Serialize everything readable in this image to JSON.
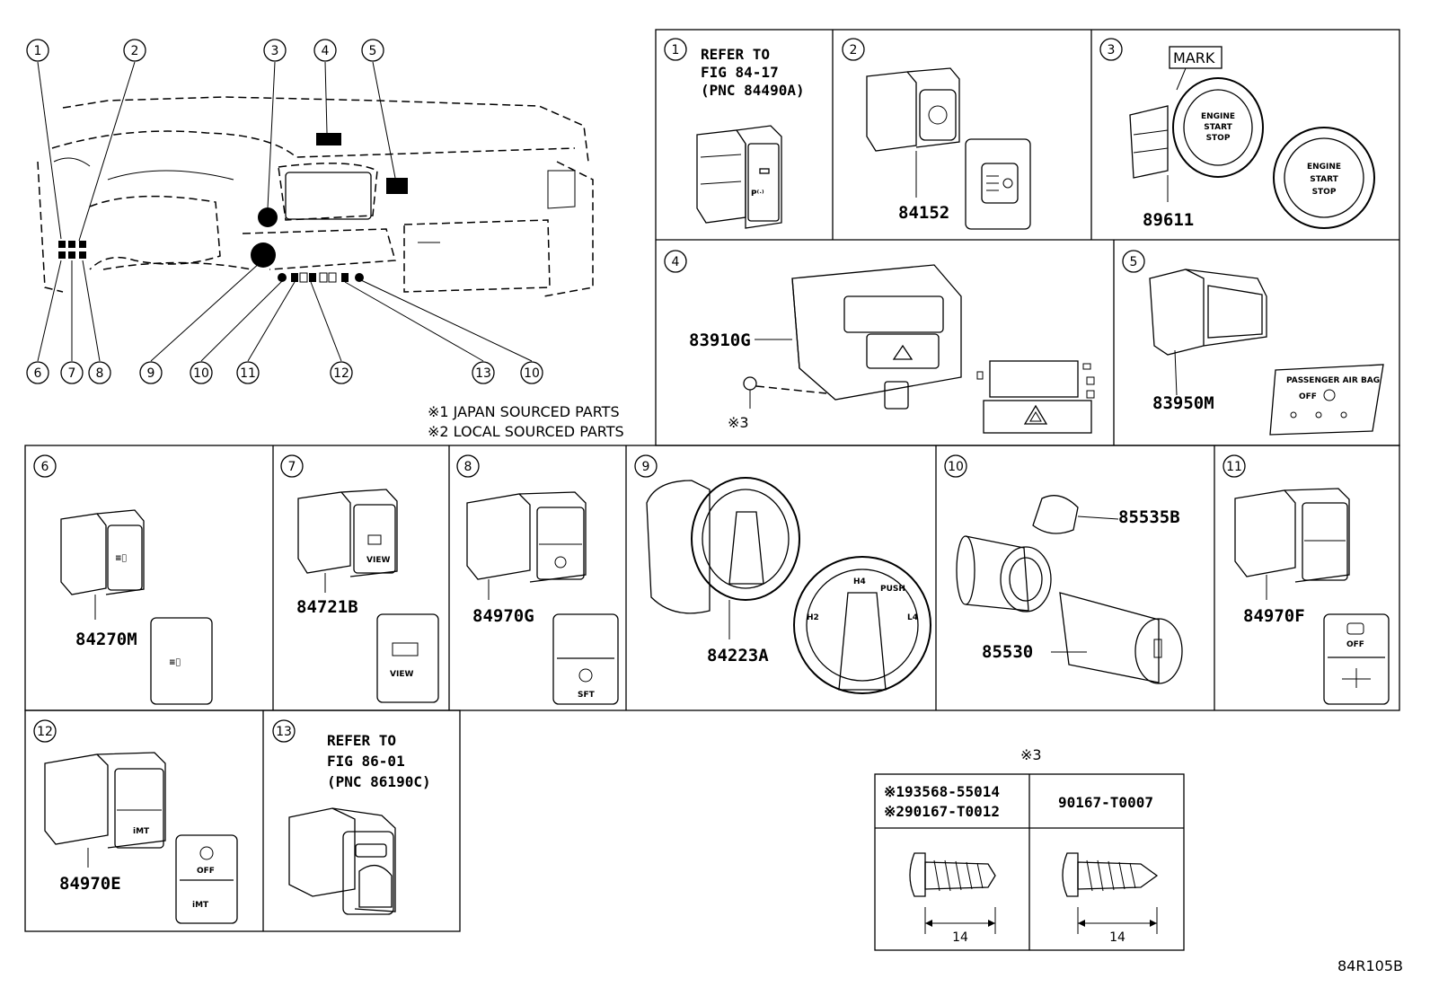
{
  "overview": {
    "callouts": [
      "1",
      "2",
      "3",
      "4",
      "5",
      "6",
      "7",
      "8",
      "9",
      "10",
      "11",
      "12",
      "13",
      "10"
    ],
    "notes": [
      "※1 JAPAN SOURCED PARTS",
      "※2 LOCAL SOURCED PARTS"
    ]
  },
  "panels": {
    "p1": {
      "num": "1",
      "ref": [
        "REFER TO",
        "FIG 84-17",
        "(PNC 84490A)"
      ]
    },
    "p2": {
      "num": "2",
      "part": "84152"
    },
    "p3": {
      "num": "3",
      "part": "89611",
      "mark": "MARK",
      "button_text": [
        "ENGINE",
        "START",
        "STOP"
      ]
    },
    "p4": {
      "num": "4",
      "part": "83910G",
      "screw_note": "※3"
    },
    "p5": {
      "num": "5",
      "part": "83950M",
      "label_title": "PASSENGER AIR BAG",
      "label_off": "OFF"
    },
    "p6": {
      "num": "6",
      "part": "84270M"
    },
    "p7": {
      "num": "7",
      "part": "84721B",
      "view": "VIEW"
    },
    "p8": {
      "num": "8",
      "part": "84970G",
      "sft": "SFT"
    },
    "p9": {
      "num": "9",
      "part": "84223A",
      "knob": [
        "H4",
        "PUSH",
        "L4",
        "H2"
      ]
    },
    "p10": {
      "num": "10",
      "part_a": "85535B",
      "part_b": "85530"
    },
    "p11": {
      "num": "11",
      "part": "84970F",
      "off": "OFF"
    },
    "p12": {
      "num": "12",
      "part": "84970E",
      "off": "OFF",
      "imt": "iMT"
    },
    "p13": {
      "num": "13",
      "ref": [
        "REFER TO",
        "FIG 86-01",
        "(PNC 86190C)"
      ]
    }
  },
  "screws": {
    "header": "※3",
    "col1": [
      "※193568-55014",
      "※290167-T0012"
    ],
    "col2": "90167-T0007",
    "dim1": "14",
    "dim2": "14"
  },
  "figure_id": "84R105B"
}
